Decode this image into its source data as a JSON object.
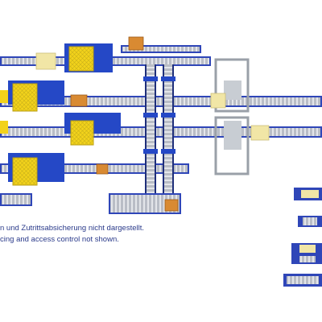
{
  "notes": {
    "german": "n und Zutrittsabsicherung nicht dargestellt.",
    "english": "cing and access control not shown."
  },
  "colors": {
    "conveyor_frame": "#2f46b8",
    "roller": "#c9ccd3",
    "machine_frame": "#f2d21b",
    "machine_base": "#2548c6",
    "pallet_wood": "#d98a32",
    "load_block": "#f1e6a6",
    "frame_grey": "#9aa0a8",
    "note_text": "#2a3a8a"
  },
  "components": {
    "conveyor_lines": 4,
    "yellow_palletizer_cells": 6,
    "vertical_transfer_towers": 2,
    "wrapping_stations": 2,
    "side_pickup_stations": 5
  }
}
